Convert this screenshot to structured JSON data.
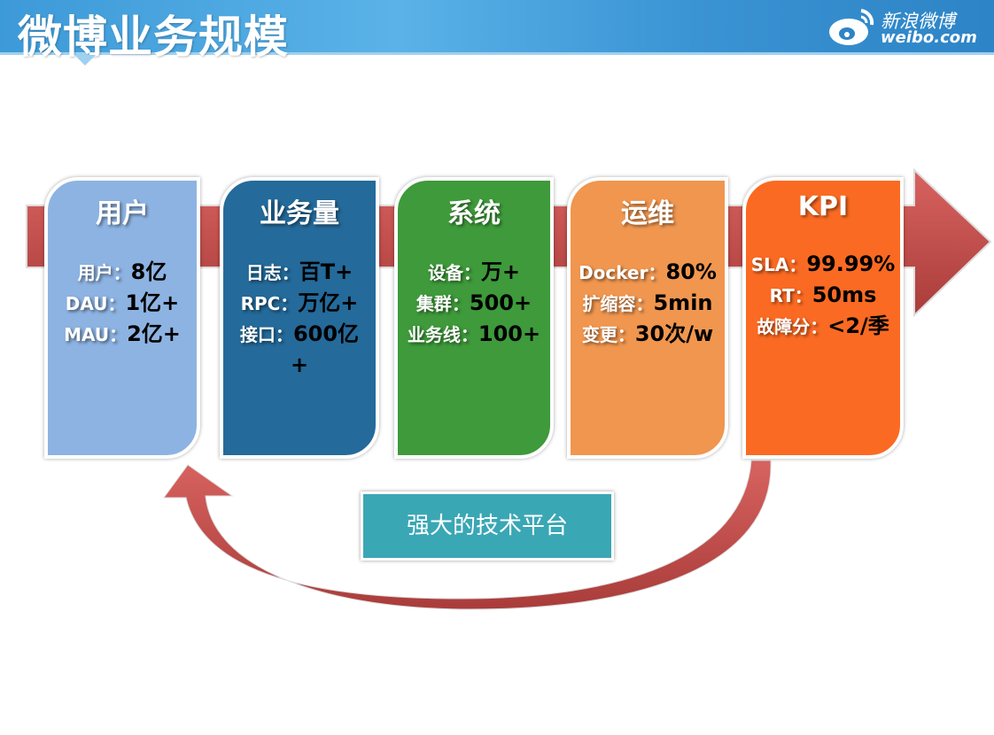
{
  "header": {
    "title": "微博业务规模",
    "logo_cn": "新浪微博",
    "logo_en": "weibo.com"
  },
  "colors": {
    "users": "#8db3e2",
    "business": "#246a9a",
    "system": "#3e9a3a",
    "ops": "#f0964f",
    "kpi": "#fb6a22",
    "arrow": "#c0504d",
    "platform": "#3aa7b5"
  },
  "cards": [
    {
      "title": "用户",
      "rows": [
        {
          "label": "用户：",
          "value": "8亿"
        },
        {
          "label": "DAU：",
          "value": "1亿+"
        },
        {
          "label": "MAU：",
          "value": "2亿+"
        }
      ]
    },
    {
      "title": "业务量",
      "rows": [
        {
          "label": "日志：",
          "value": "百T+"
        },
        {
          "label": "RPC：",
          "value": "万亿+"
        },
        {
          "label": "接口：",
          "value": "600亿+"
        }
      ]
    },
    {
      "title": "系统",
      "rows": [
        {
          "label": "设备：",
          "value": "万+"
        },
        {
          "label": "集群：",
          "value": "500+"
        },
        {
          "label": "业务线：",
          "value": "100+"
        }
      ]
    },
    {
      "title": "运维",
      "rows": [
        {
          "label": "Docker：",
          "value": "80%"
        },
        {
          "label": "扩缩容：",
          "value": "5min"
        },
        {
          "label": "变更：",
          "value": "30次/w"
        }
      ]
    },
    {
      "title": "KPI",
      "rows": [
        {
          "label": "SLA：",
          "value": "99.99%"
        },
        {
          "label": "RT：",
          "value": "50ms"
        },
        {
          "label": "故障分：",
          "value": "<2/季"
        }
      ]
    }
  ],
  "platform": "强大的技术平台"
}
